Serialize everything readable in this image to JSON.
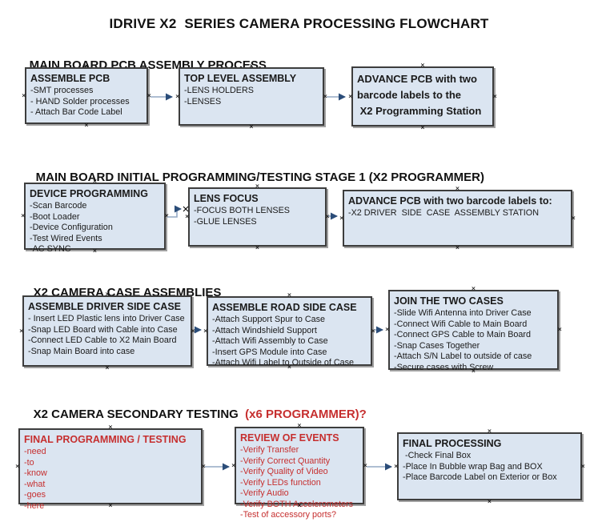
{
  "title": "IDRIVE X2  SERIES CAMERA PROCESSING FLOWCHART",
  "colors": {
    "box_fill": "#dbe5f1",
    "box_border": "#3d3d3d",
    "box_shadow": "#a0a0a0",
    "red_text": "#c62f2f",
    "connector_line": "#94a9c4",
    "connector_arrowhead": "#2b4d79",
    "handle_mark": "#000000"
  },
  "icons": {
    "connection_handle": "x-cross-mark",
    "connector_arrowhead": "right-pointing-triangle"
  },
  "sections": [
    {
      "heading": "MAIN BOARD PCB ASSEMBLY PROCESS",
      "boxes": [
        {
          "title": "ASSEMBLE PCB",
          "items": [
            "-SMT processes",
            "- HAND Solder processes",
            "- Attach Bar Code Label"
          ]
        },
        {
          "title": "TOP LEVEL ASSEMBLY",
          "items": [
            "-LENS HOLDERS",
            "-LENSES"
          ]
        },
        {
          "lines": [
            "ADVANCE PCB with two",
            "barcode labels to the",
            " X2 Programming Station"
          ]
        }
      ]
    },
    {
      "heading": "MAIN BOARD INITIAL PROGRAMMING/TESTING STAGE 1 (X2 PROGRAMMER)",
      "boxes": [
        {
          "title": "DEVICE PROGRAMMING",
          "items": [
            "-Scan Barcode",
            "-Boot Loader",
            "-Device Configuration",
            "-Test Wired Events",
            "-AC SYNC"
          ]
        },
        {
          "title": "LENS FOCUS",
          "items": [
            "-FOCUS BOTH LENSES",
            "-GLUE LENSES"
          ]
        },
        {
          "title": "ADVANCE PCB with two barcode labels to:",
          "items": [
            "-X2 DRIVER  SIDE  CASE  ASSEMBLY STATION"
          ]
        }
      ]
    },
    {
      "heading": "X2 CAMERA CASE ASSEMBLIES",
      "boxes": [
        {
          "title": "ASSEMBLE DRIVER SIDE CASE",
          "items": [
            "- Insert LED Plastic lens into Driver Case",
            "-Snap LED Board with Cable into Case",
            "-Connect LED Cable to X2 Main Board",
            "-Snap Main Board into case"
          ]
        },
        {
          "title": "ASSEMBLE ROAD SIDE CASE",
          "items": [
            "-Attach Support Spur to Case",
            "-Attach Windshield Support",
            "-Attach Wifi Assembly to Case",
            "-Insert GPS Module into Case",
            "-Attach Wifi Label to Outside of Case"
          ]
        },
        {
          "title": "JOIN THE TWO CASES",
          "items": [
            "-Slide Wifi Antenna into Driver Case",
            "-Connect Wifi Cable to Main Board",
            "-Connect GPS Cable to Main Board",
            "-Snap Cases Together",
            "-Attach S/N Label to outside of case",
            "-Secure cases with Screw"
          ]
        }
      ]
    },
    {
      "heading": "X2 CAMERA SECONDARY TESTING  ",
      "heading_red": "(x6 PROGRAMMER)?",
      "boxes": [
        {
          "title": "FINAL PROGRAMMING / TESTING",
          "items": [
            "-need",
            "-to",
            "-know",
            "-what",
            "-goes",
            "-here"
          ]
        },
        {
          "title": "REVIEW OF EVENTS",
          "items": [
            "-Verify Transfer",
            "-Verify Correct Quantity",
            "-Verify Quality of Video",
            "-Verify LEDs function",
            "-Verify Audio",
            "-Verify BOTH Accelerometers",
            "-Test of accessory ports?"
          ]
        },
        {
          "title": "FINAL PROCESSING",
          "items": [
            " -Check Final Box",
            "-Place In Bubble wrap Bag and BOX",
            "-Place Barcode Label on Exterior or Box"
          ]
        }
      ]
    }
  ]
}
